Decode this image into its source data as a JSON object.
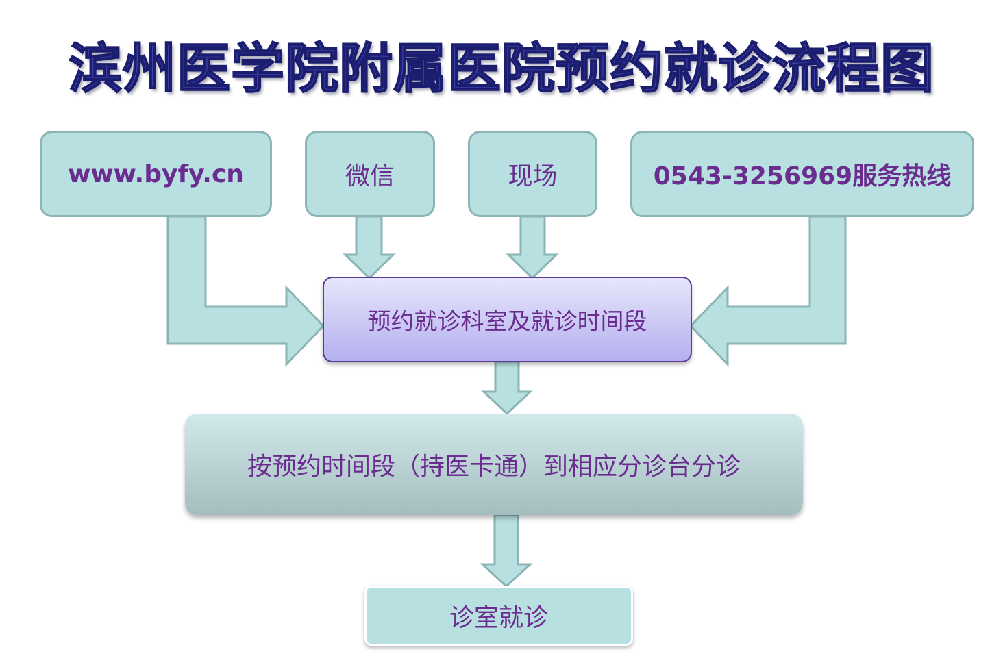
{
  "title": "滨州医学院附属医院预约就诊流程图",
  "sources": {
    "web": "www.byfy.cn",
    "wechat": "微信",
    "onsite": "现场",
    "hotline": "0543-3256969服务热线"
  },
  "steps": {
    "select": "预约就诊科室及就诊时间段",
    "triage": "按预约时间段（持医卡通）到相应分诊台分诊",
    "visit": "诊室就诊"
  },
  "colors": {
    "box_fill": "#b9e0e1",
    "box_border": "#8ab4b5",
    "text": "#6a2d8f",
    "title": "#3b3fa8"
  }
}
